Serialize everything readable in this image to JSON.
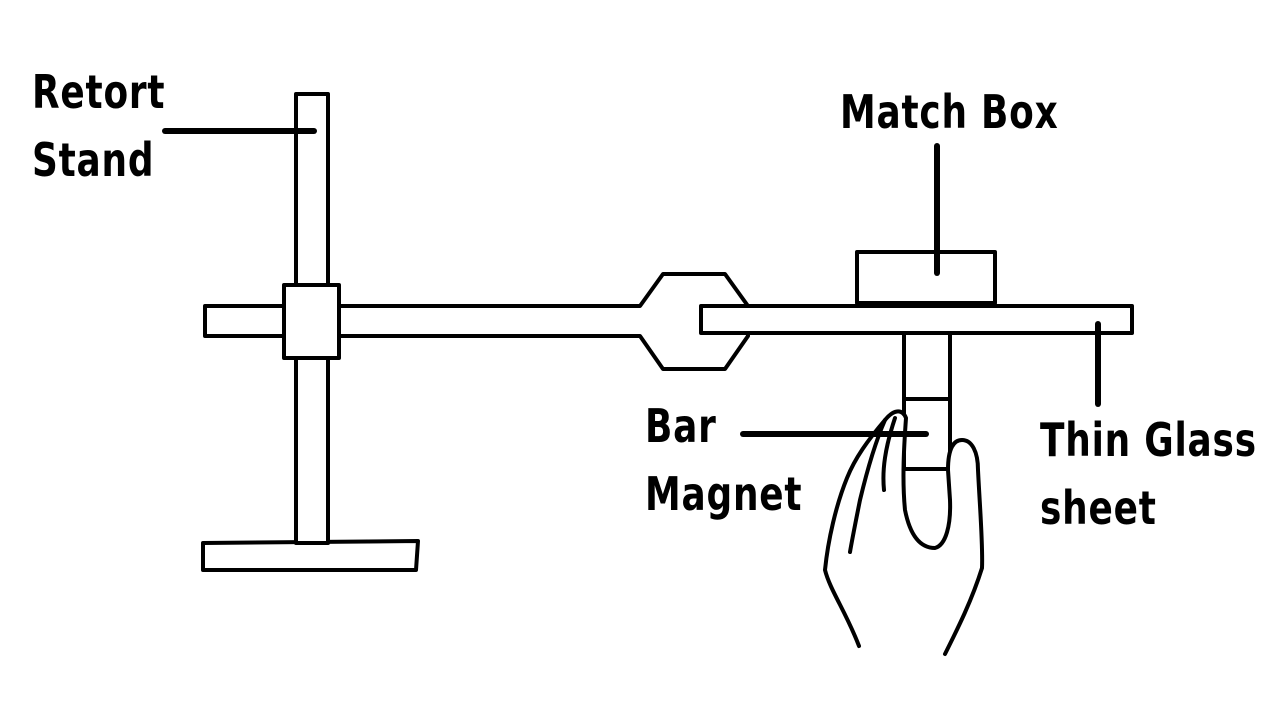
{
  "labels": {
    "retort_stand": [
      "Retort",
      "Stand"
    ],
    "match_box": "Match Box",
    "bar_magnet": [
      "Bar",
      "Magnet"
    ],
    "thin_glass_sheet": [
      "Thin Glass",
      "sheet"
    ]
  },
  "colors": {
    "stroke": "#000000",
    "fill": "#ffffff",
    "background": "#ffffff"
  }
}
